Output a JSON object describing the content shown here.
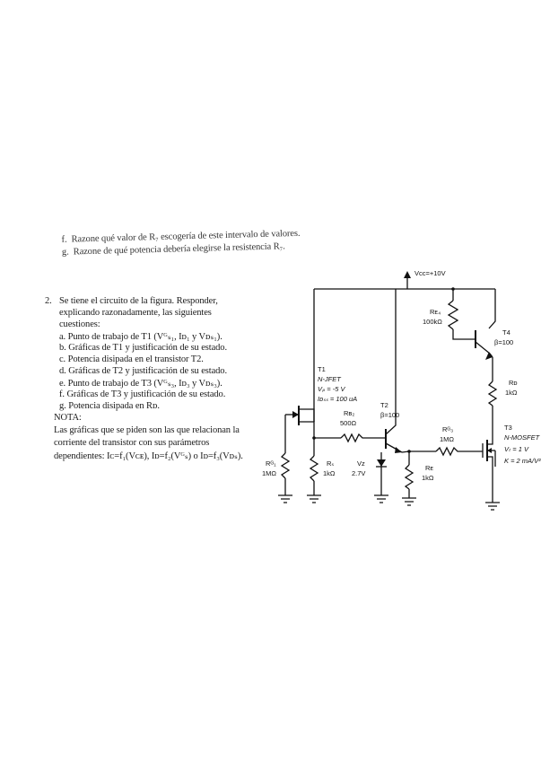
{
  "previous_items": {
    "top_fragment": "",
    "f": {
      "marker": "f.",
      "text": "Razone qué valor de R₇ escogería de este intervalo de valores."
    },
    "g": {
      "marker": "g.",
      "text": "Razone de qué potencia debería elegirse la resistencia R₇."
    }
  },
  "question": {
    "number": "2.",
    "intro_lines": [
      "Se tiene el circuito de la figura. Responder,",
      "explicando razonadamente, las siguientes",
      "cuestiones:"
    ],
    "items": [
      {
        "marker": "a.",
        "text": "Punto de trabajo de T1 (Vᴳₛ₁, Iᴅ₁ y Vᴅₛ₁)."
      },
      {
        "marker": "b.",
        "text": "Gráficas de T1 y justificación de su estado."
      },
      {
        "marker": "c.",
        "text": "Potencia disipada en el transistor T2."
      },
      {
        "marker": "d.",
        "text": "Gráficas de T2 y justificación de su estado."
      },
      {
        "marker": "e.",
        "text": "Punto de trabajo de T3 (Vᴳₛ₃, Iᴅ₃ y Vᴅₛ₃)."
      },
      {
        "marker": "f.",
        "text": "Gráficas de T3 y justificación de su estado."
      },
      {
        "marker": "g.",
        "text": "Potencia disipada en Rᴅ."
      }
    ],
    "note_title": "NOTA:",
    "note_lines": [
      "Las gráficas que se piden son las que relacionan la",
      "corriente del transistor con sus parámetros",
      "dependientes: Iᴄ=f₁(Vᴄᴇ), Iᴅ=f₂(Vᴳₛ) o Iᴅ=f₃(Vᴅₛ)."
    ]
  },
  "circuit": {
    "vcc": "Vᴄᴄ=+10V",
    "r_e4": {
      "name": "Rᴇ₄",
      "value": "100kΩ"
    },
    "t4": {
      "name": "T4",
      "beta": "β=100"
    },
    "r_d": {
      "name": "Rᴅ",
      "value": "1kΩ"
    },
    "t1": {
      "name": "T1",
      "type": "N-JFET",
      "vp": "Vₚ = -5 V",
      "idss": "Iᴅₛₛ = 100 uA"
    },
    "r_b2": {
      "name": "Rʙ₂",
      "value": "500Ω"
    },
    "t2": {
      "name": "T2",
      "beta": "β=100"
    },
    "r_g3": {
      "name": "Rᴳ₃",
      "value": "1MΩ"
    },
    "t3": {
      "name": "T3",
      "type": "N-MOSFET",
      "vt": "Vₜ = 1 V",
      "k": "K = 2 mA/V²"
    },
    "r_g1": {
      "name": "Rᴳ₁",
      "value": "1MΩ"
    },
    "r_s": {
      "name": "Rₛ",
      "value": "1kΩ"
    },
    "v_z": {
      "name": "Vᴢ",
      "value": "2.7V"
    },
    "r_e": {
      "name": "Rᴇ",
      "value": "1kΩ"
    }
  }
}
